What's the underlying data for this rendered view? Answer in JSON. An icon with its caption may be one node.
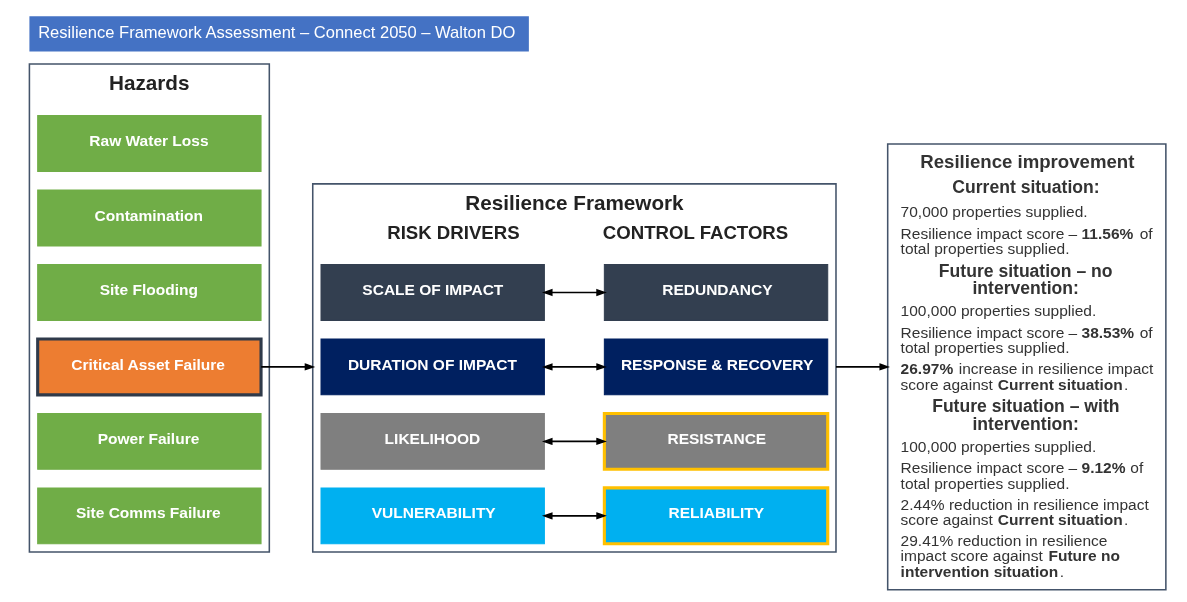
{
  "diagram": {
    "title": "Resilience Framework Assessment – Connect 2050 – Walton DO",
    "nodes": [
      {
        "text": [
          "Hazards"
        ]
      },
      {
        "text": [
          "Raw Water Loss"
        ],
        "in": 0
      },
      {
        "text": [
          "Contamination"
        ],
        "in": 0
      },
      {
        "text": [
          "Site Flooding"
        ],
        "in": 0
      },
      {
        "text": [
          "Critical Asset Failure"
        ],
        "in": 0
      },
      {
        "text": [
          "Power Failure"
        ],
        "in": 0
      },
      {
        "text": [
          "Site Comms Failure"
        ],
        "in": 0
      },
      {
        "text": [
          "Resilience Framework",
          "RISK DRIVERS",
          "CONTROL FACTORS"
        ]
      },
      {
        "text": [
          "SCALE OF IMPACT"
        ],
        "in": 7
      },
      {
        "text": [
          "REDUNDANCY"
        ],
        "in": 7
      },
      {
        "text": [
          "DURATION OF IMPACT"
        ],
        "in": 7
      },
      {
        "text": [
          "RESPONSE & RECOVERY"
        ],
        "in": 7
      },
      {
        "text": [
          "LIKELIHOOD"
        ],
        "in": 7
      },
      {
        "text": [
          "RESISTANCE"
        ],
        "in": 7
      },
      {
        "text": [
          "VULNERABILITY"
        ],
        "in": 7
      },
      {
        "text": [
          "RELIABILITY"
        ],
        "in": 7
      },
      {
        "text": [
          "Resilience improvement",
          "Current situation:",
          "70,000 properties supplied.",
          "Resilience impact score – **11.56%** of total properties supplied.",
          "Future situation – no intervention:",
          "100,000 properties supplied.",
          "Resilience impact score – **38.53%** of total properties supplied.",
          "**26.97%** increase in resilience impact score against **Current situation**.",
          "Future situation – with intervention:",
          "100,000 properties supplied.",
          "Resilience impact score – **9.12%** of total properties supplied.",
          "2.44% reduction in resilience impact score against **Current situation**.",
          "29.41% reduction in resilience impact score against **Future no intervention situation**."
        ]
      }
    ],
    "edges": [
      {
        "from": 4,
        "to": 7,
        "arrow": "to"
      },
      {
        "from": 8,
        "to": 9,
        "arrow": "both"
      },
      {
        "from": 10,
        "to": 11,
        "arrow": "both"
      },
      {
        "from": 12,
        "to": 13,
        "arrow": "both"
      },
      {
        "from": 14,
        "to": 15,
        "arrow": "both"
      },
      {
        "from": 7,
        "to": 16,
        "arrow": "to"
      }
    ]
  }
}
